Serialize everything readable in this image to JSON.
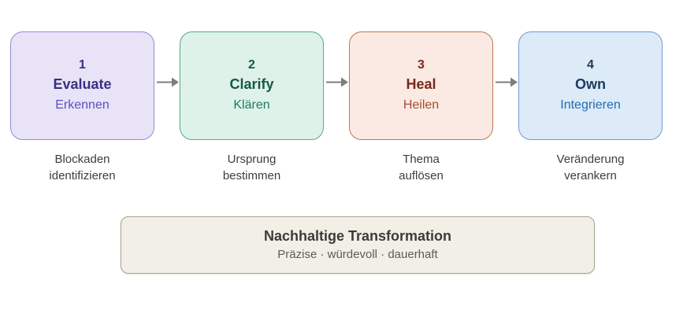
{
  "steps": [
    {
      "number": "1",
      "title": "Evaluate",
      "subtitle": "Erkennen",
      "caption": [
        "Blockaden",
        "identifizieren"
      ],
      "colors": {
        "bg": "#E9E3F8",
        "border": "#968BD2",
        "title": "#37317F",
        "subtitle": "#5B50C0"
      }
    },
    {
      "number": "2",
      "title": "Clarify",
      "subtitle": "Klären",
      "caption": [
        "Ursprung",
        "bestimmen"
      ],
      "colors": {
        "bg": "#DEF2E9",
        "border": "#5FA48C",
        "title": "#15594B",
        "subtitle": "#1E7A67"
      }
    },
    {
      "number": "3",
      "title": "Heal",
      "subtitle": "Heilen",
      "caption": [
        "Thema",
        "auflösen"
      ],
      "colors": {
        "bg": "#FAEAE3",
        "border": "#C0764F",
        "title": "#772A1B",
        "subtitle": "#A74C30"
      }
    },
    {
      "number": "4",
      "title": "Own",
      "subtitle": "Integrieren",
      "caption": [
        "Veränderung",
        "verankern"
      ],
      "colors": {
        "bg": "#DDEAF8",
        "border": "#6E9CCB",
        "title": "#1B3C63",
        "subtitle": "#216CB4"
      }
    }
  ],
  "arrow": {
    "icon": "right-arrow",
    "color": "#7D7D7D"
  },
  "caption_color": "#3D3D3D",
  "banner": {
    "title": "Nachhaltige Transformation",
    "subtitle": "Präzise · würdevoll · dauerhaft",
    "colors": {
      "bg": "#F2EFE6",
      "border": "#A8A296",
      "title": "#3B3B3B",
      "subtitle": "#5C5C5C"
    }
  }
}
